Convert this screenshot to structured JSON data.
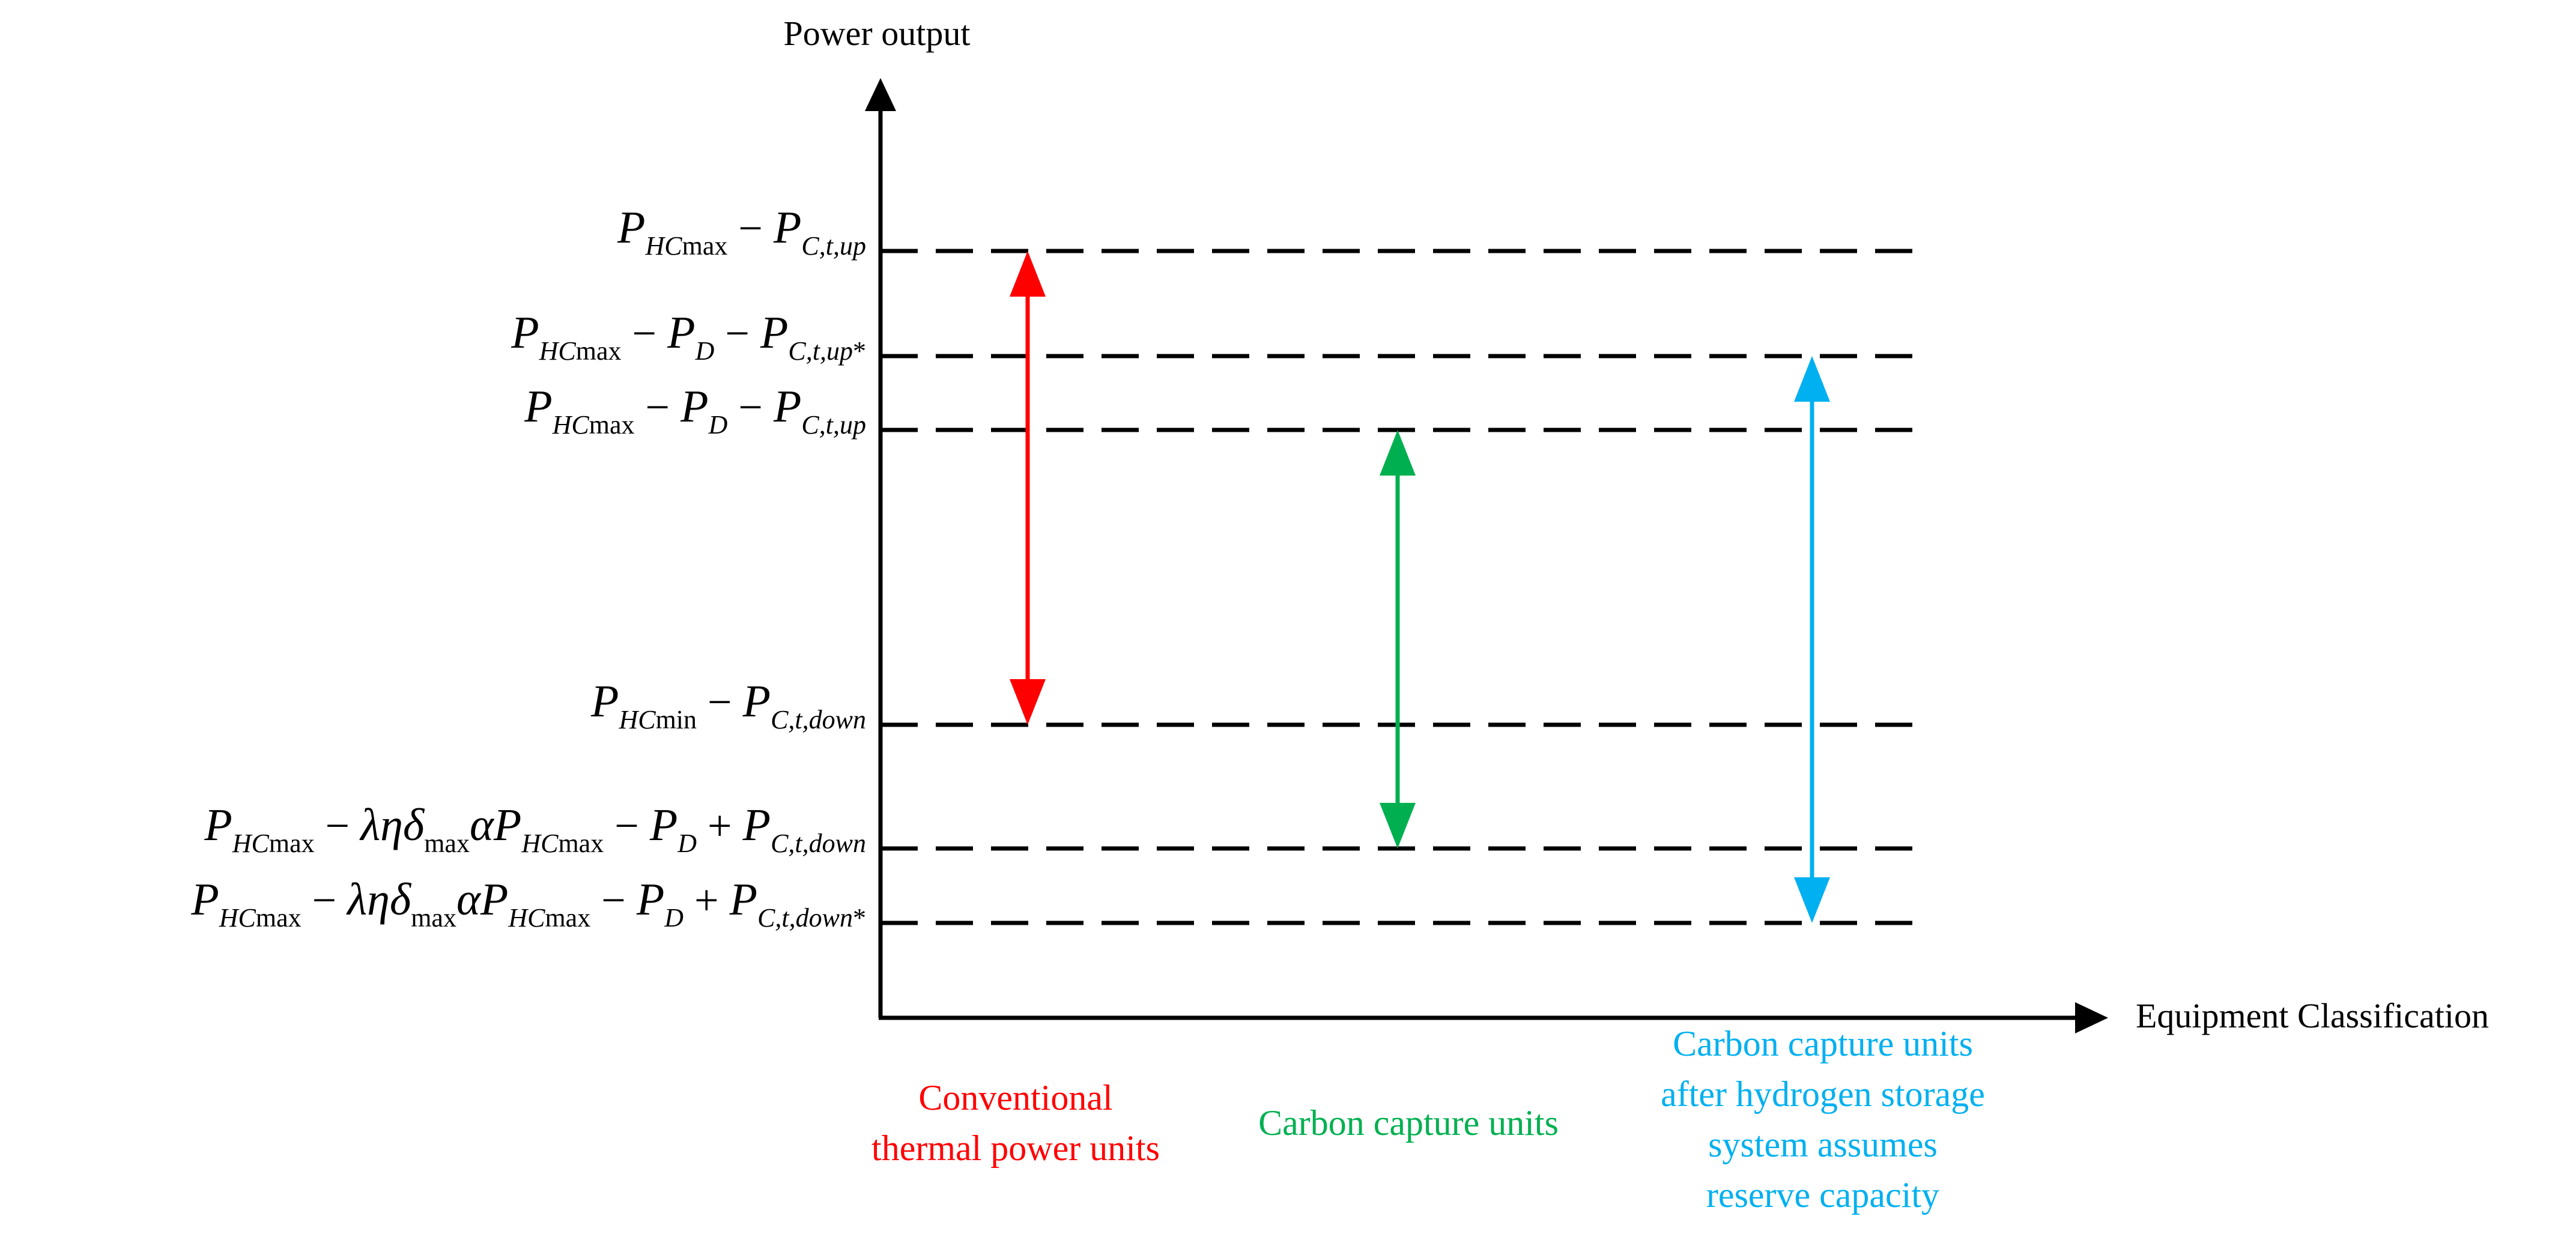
{
  "axes": {
    "y_label": "Power output",
    "x_label": "Equipment Classification"
  },
  "levels": [
    {
      "id": "level-1",
      "label_parts": [
        {
          "t": "P",
          "s": "main"
        },
        {
          "t": "HC",
          "s": "sub"
        },
        {
          "t": "max",
          "s": "subup"
        },
        {
          "t": " − ",
          "s": "op"
        },
        {
          "t": "P",
          "s": "main"
        },
        {
          "t": "C,t,up",
          "s": "sub"
        }
      ]
    },
    {
      "id": "level-2",
      "label_parts": [
        {
          "t": "P",
          "s": "main"
        },
        {
          "t": "HC",
          "s": "sub"
        },
        {
          "t": "max",
          "s": "subup"
        },
        {
          "t": " − ",
          "s": "op"
        },
        {
          "t": "P",
          "s": "main"
        },
        {
          "t": "D",
          "s": "sub"
        },
        {
          "t": " − ",
          "s": "op"
        },
        {
          "t": "P",
          "s": "main"
        },
        {
          "t": "C,t,up",
          "s": "sub"
        },
        {
          "t": "*",
          "s": "subup"
        }
      ]
    },
    {
      "id": "level-3",
      "label_parts": [
        {
          "t": "P",
          "s": "main"
        },
        {
          "t": "HC",
          "s": "sub"
        },
        {
          "t": "max",
          "s": "subup"
        },
        {
          "t": " − ",
          "s": "op"
        },
        {
          "t": "P",
          "s": "main"
        },
        {
          "t": "D",
          "s": "sub"
        },
        {
          "t": " − ",
          "s": "op"
        },
        {
          "t": "P",
          "s": "main"
        },
        {
          "t": "C,t,up",
          "s": "sub"
        }
      ]
    },
    {
      "id": "level-4",
      "label_parts": [
        {
          "t": "P",
          "s": "main"
        },
        {
          "t": "HC",
          "s": "sub"
        },
        {
          "t": "min",
          "s": "subup"
        },
        {
          "t": " − ",
          "s": "op"
        },
        {
          "t": "P",
          "s": "main"
        },
        {
          "t": "C,t,down",
          "s": "sub"
        }
      ]
    },
    {
      "id": "level-5",
      "label_parts": [
        {
          "t": "P",
          "s": "main"
        },
        {
          "t": "HC",
          "s": "sub"
        },
        {
          "t": "max",
          "s": "subup"
        },
        {
          "t": " − ",
          "s": "op"
        },
        {
          "t": "λη",
          "s": "main"
        },
        {
          "t": "δ",
          "s": "main"
        },
        {
          "t": "max",
          "s": "subup"
        },
        {
          "t": "α",
          "s": "main"
        },
        {
          "t": "P",
          "s": "main"
        },
        {
          "t": "HC",
          "s": "sub"
        },
        {
          "t": "max",
          "s": "subup"
        },
        {
          "t": " − ",
          "s": "op"
        },
        {
          "t": "P",
          "s": "main"
        },
        {
          "t": "D",
          "s": "sub"
        },
        {
          "t": " + ",
          "s": "op"
        },
        {
          "t": "P",
          "s": "main"
        },
        {
          "t": "C,t,down",
          "s": "sub"
        }
      ]
    },
    {
      "id": "level-6",
      "label_parts": [
        {
          "t": "P",
          "s": "main"
        },
        {
          "t": "HC",
          "s": "sub"
        },
        {
          "t": "max",
          "s": "subup"
        },
        {
          "t": " − ",
          "s": "op"
        },
        {
          "t": "λη",
          "s": "main"
        },
        {
          "t": "δ",
          "s": "main"
        },
        {
          "t": "max",
          "s": "subup"
        },
        {
          "t": "α",
          "s": "main"
        },
        {
          "t": "P",
          "s": "main"
        },
        {
          "t": "HC",
          "s": "sub"
        },
        {
          "t": "max",
          "s": "subup"
        },
        {
          "t": " − ",
          "s": "op"
        },
        {
          "t": "P",
          "s": "main"
        },
        {
          "t": "D",
          "s": "sub"
        },
        {
          "t": " + ",
          "s": "op"
        },
        {
          "t": "P",
          "s": "main"
        },
        {
          "t": "C,t,down",
          "s": "sub"
        },
        {
          "t": "*",
          "s": "subup"
        }
      ]
    }
  ],
  "ranges": [
    {
      "id": "conventional",
      "color": "#ff0000",
      "from_level": "level-4",
      "to_level": "level-1",
      "caption": [
        "Conventional",
        "thermal power units"
      ]
    },
    {
      "id": "carbon-capture",
      "color": "#00b050",
      "from_level": "level-5",
      "to_level": "level-3",
      "caption": [
        "Carbon capture units"
      ]
    },
    {
      "id": "carbon-capture-hydrogen",
      "color": "#00b0f0",
      "from_level": "level-6",
      "to_level": "level-2",
      "caption": [
        "Carbon capture units",
        "after hydrogen storage",
        "system assumes",
        "reserve capacity"
      ]
    }
  ]
}
